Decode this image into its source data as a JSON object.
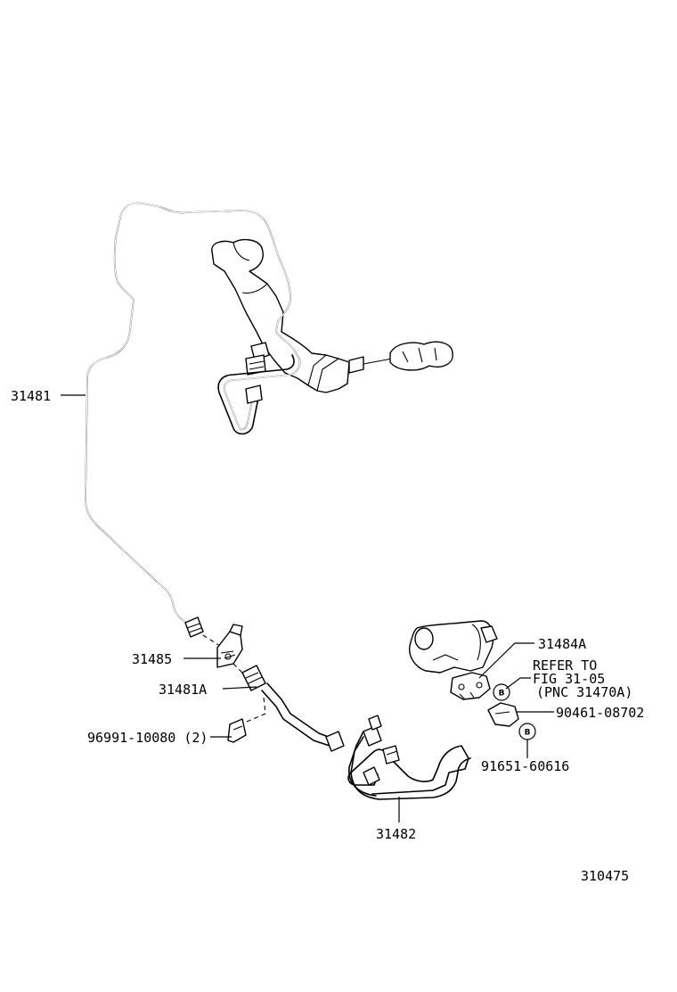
{
  "labels": {
    "l31481": "31481",
    "l31485": "31485",
    "l31481a": "31481A",
    "l96991": "96991-10080 (2)",
    "l31484a": "31484A",
    "refer1": "REFER TO",
    "refer2": "FIG 31-05",
    "refer3": "(PNC 31470A)",
    "l90461": "90461-08702",
    "l91651": "91651-60616",
    "l31482": "31482",
    "figno": "310475"
  },
  "badges": {
    "b1": "B",
    "b2": "B"
  }
}
